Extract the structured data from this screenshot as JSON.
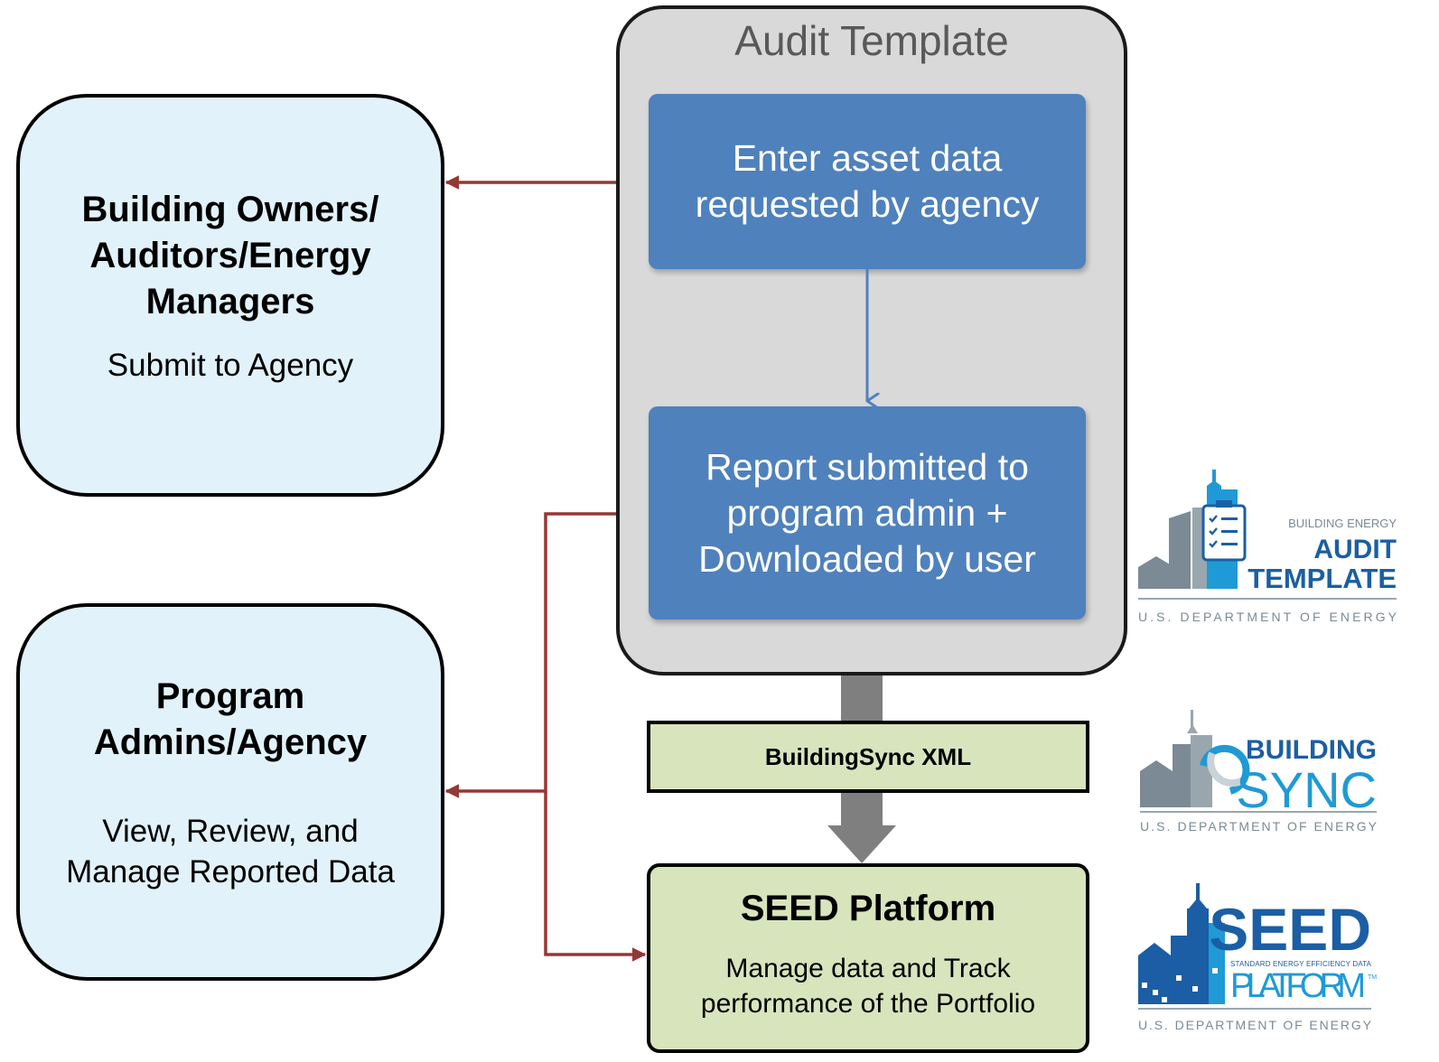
{
  "stakeholders": {
    "owners": {
      "title": "Building Owners/ Auditors/Energy Managers",
      "subtitle": "Submit to Agency"
    },
    "admins": {
      "title": "Program Admins/Agency",
      "subtitle": "View, Review, and Manage Reported Data"
    }
  },
  "audit_template": {
    "title": "Audit Template",
    "steps": [
      "Enter asset data requested by agency",
      "Report submitted to program admin + Downloaded by user"
    ]
  },
  "buildingsync_bar": "BuildingSync XML",
  "seed": {
    "title": "SEED Platform",
    "subtitle": "Manage data and Track performance of the Portfolio"
  },
  "logos": {
    "audit_template": {
      "top": "BUILDING ENERGY",
      "line1": "AUDIT",
      "line2": "TEMPLATE",
      "footer": "U.S. DEPARTMENT OF ENERGY"
    },
    "buildingsync": {
      "line1": "BUILDING",
      "line2": "SYNC",
      "footer": "U.S. DEPARTMENT OF ENERGY"
    },
    "seed": {
      "line1": "SEED",
      "small": "STANDARD ENERGY EFFICIENCY DATA",
      "line2": "PLATFORM",
      "tm": "TM",
      "footer": "U.S. DEPARTMENT OF ENERGY"
    }
  },
  "colors": {
    "stakeholder_fill": "#e1f2fa",
    "step_fill": "#4f81bd",
    "connector_red": "#953735",
    "connector_blue": "#4f81bd",
    "green_fill": "#d8e4bc",
    "gray_arrow": "#7f7f7f",
    "logo_blue": "#1f9ad6",
    "logo_dark_blue": "#1b5ea5",
    "logo_gray": "#7b8a94"
  }
}
